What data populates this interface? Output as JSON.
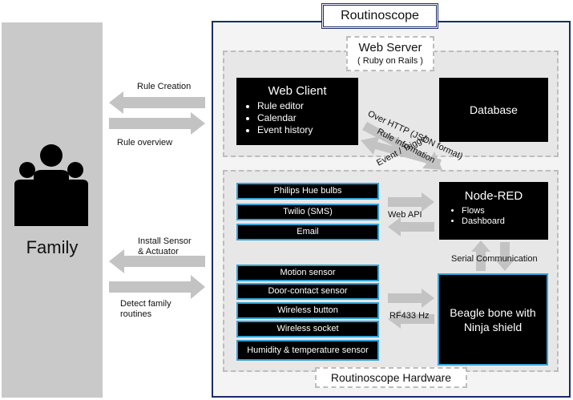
{
  "colors": {
    "family_panel": "#c9c9c9",
    "system_border": "#1b2c6b",
    "box": "#000000",
    "item_border": "#33a3d6",
    "arrow": "#c3c3c3"
  },
  "system": {
    "title": "Routinoscope"
  },
  "family": {
    "label": "Family",
    "icon": "family-people-icon"
  },
  "web_server": {
    "title": "Web Server",
    "subtitle": "( Ruby on Rails )",
    "web_client": {
      "title": "Web Client",
      "items": [
        "Rule editor",
        "Calendar",
        "Event history"
      ]
    },
    "database": {
      "title": "Database"
    }
  },
  "hardware": {
    "title": "Routinoscope Hardware",
    "node_red": {
      "title": "Node-RED",
      "items": [
        "Flows",
        "Dashboard"
      ]
    },
    "beagle": {
      "title": "Beagle bone with Ninja shield"
    },
    "actuators": [
      "Philips Hue bulbs",
      "Twilio (SMS)",
      "Email"
    ],
    "sensors": [
      "Motion sensor",
      "Door-contact sensor",
      "Wireless button",
      "Wireless socket",
      "Humidity & temperature sensor"
    ]
  },
  "labels": {
    "rule_creation": "Rule Creation",
    "rule_overview": "Rule overview",
    "install_line1": "Install Sensor",
    "install_line2": "& Actuator",
    "detect_line1": "Detect family",
    "detect_line2": "routines",
    "over_http": "Over HTTP (JSON format)",
    "rule_information": "Rule information",
    "event_trigger": "Event / Trigger",
    "web_api": "Web API",
    "rf433": "RF433 Hz",
    "serial": "Serial Communication"
  }
}
